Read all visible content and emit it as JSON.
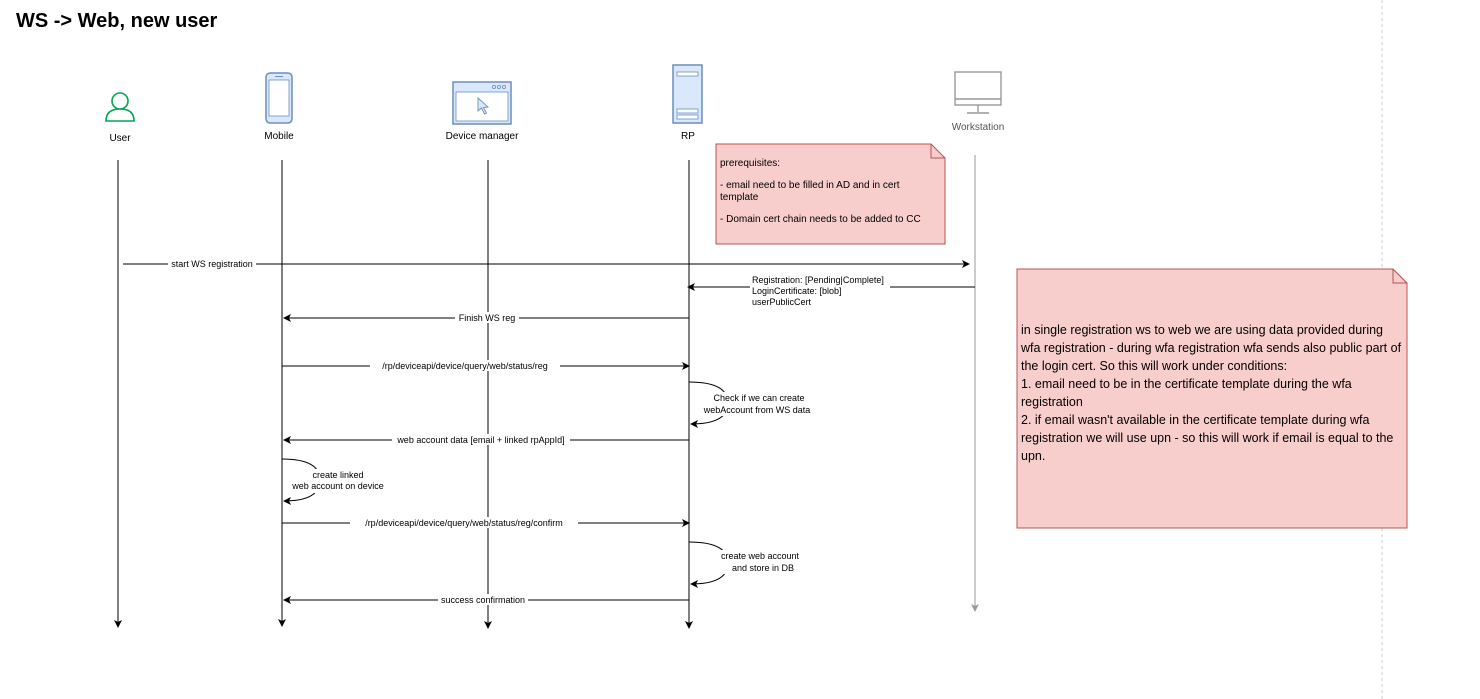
{
  "title": "WS -> Web, new user",
  "actors": {
    "user": "User",
    "mobile": "Mobile",
    "device_manager": "Device manager",
    "rp": "RP",
    "workstation": "Workstation"
  },
  "messages": {
    "start_ws_registration": "start WS registration",
    "registration_line1": "Registration: [Pending|Complete]",
    "registration_line2": "LoginCertificate: [blob]",
    "registration_line3": "userPublicCert",
    "finish_ws_reg": "Finish WS reg",
    "status_reg": "/rp/deviceapi/device/query/web/status/reg",
    "check_line1": "Check if we can create",
    "check_line2": "webAccount from WS data",
    "web_account_data": "web account data [email + linked rpAppId]",
    "create_linked_line1": "create linked",
    "create_linked_line2": "web account on device",
    "status_reg_confirm": "/rp/deviceapi/device/query/web/status/reg/confirm",
    "create_web_line1": "create web account",
    "create_web_line2": "and store in DB",
    "success_confirmation": "success confirmation"
  },
  "notes": {
    "prerequisites": {
      "heading": "prerequisites:",
      "item1": "- email need to be filled in AD and in cert template",
      "item2": "- Domain cert chain needs to be added to CC"
    },
    "single_registration": {
      "para": "in single registration ws to web we are using data provided during wfa registration - during wfa registration wfa sends also public part of the login cert. So this will work under conditions:",
      "cond1": "1. email need to be in the certificate template during the wfa registration",
      "cond2": "2. if email wasn't available in the certificate template during wfa registration we will use upn - so this will work if email is equal to the upn."
    }
  },
  "colors": {
    "note_fill": "#f8cecc",
    "note_stroke": "#b85450",
    "user_icon": "#00a651",
    "device_blue": "#6c8ebf",
    "workstation_line": "#999999"
  }
}
